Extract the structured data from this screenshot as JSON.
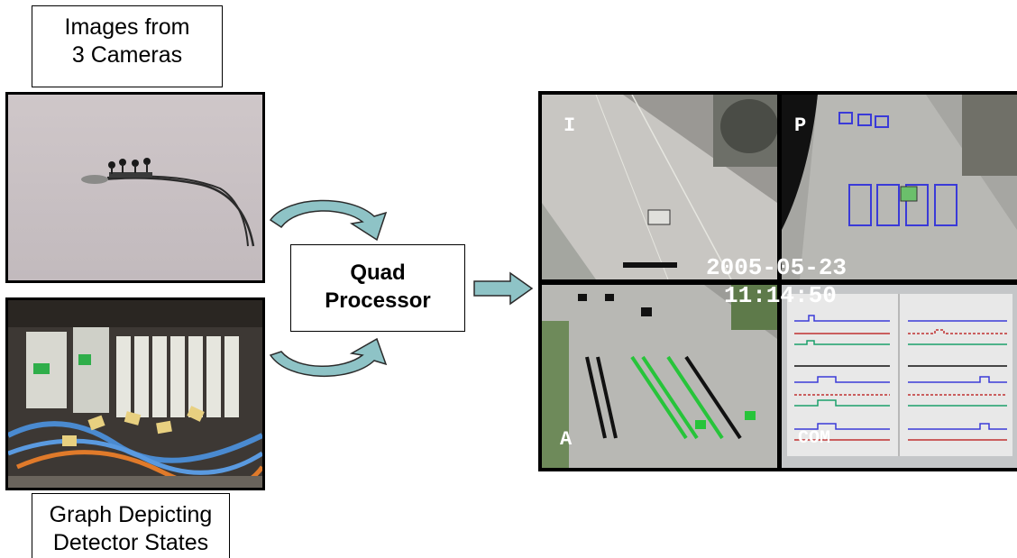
{
  "labels": {
    "top": [
      "Images from",
      "3 Cameras"
    ],
    "bottom": [
      "Graph Depicting",
      "Detector States"
    ],
    "processor": [
      "Quad",
      "Processor"
    ]
  },
  "quad_display": {
    "timestamp_date": "2005-05-23",
    "timestamp_time": "11:14:50",
    "quadrant_labels": [
      "I",
      "P",
      "A",
      "COM"
    ]
  },
  "colors": {
    "arrow_fill": "#8ec3c6",
    "arrow_stroke": "#2b2b2b",
    "detector_blue": "#3a3ad8",
    "detector_green": "#27c43a"
  }
}
